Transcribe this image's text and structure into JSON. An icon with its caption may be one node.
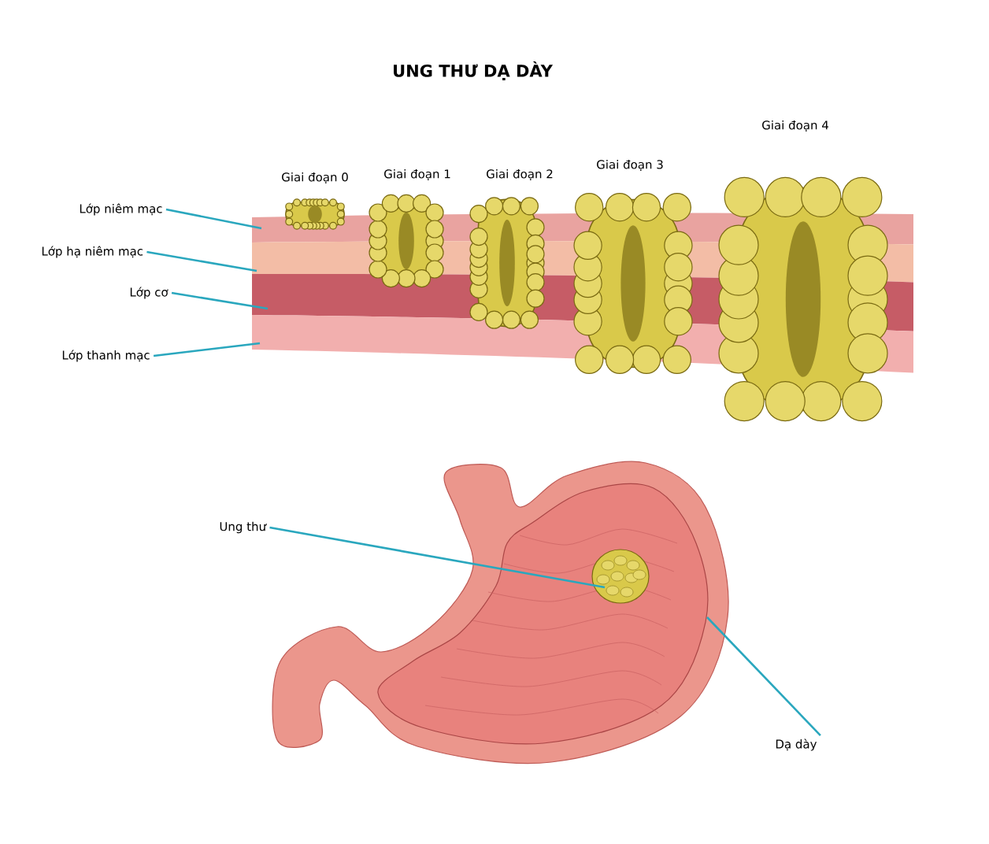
{
  "diagram": {
    "title": "UNG THƯ DẠ DÀY",
    "nodes": [
      {
        "text": [
          "Lớp niêm mạc"
        ]
      },
      {
        "text": [
          "Lớp hạ niêm mạc"
        ]
      },
      {
        "text": [
          "Lớp cơ"
        ]
      },
      {
        "text": [
          "Lớp thanh mạc"
        ]
      },
      {
        "text": [
          "Ung thư"
        ]
      },
      {
        "text": [
          "Dạ dày"
        ]
      },
      {
        "text": [],
        "shape": "bar"
      },
      {
        "text": [],
        "shape": "bar"
      },
      {
        "text": [],
        "shape": "bar"
      },
      {
        "text": [],
        "shape": "bar"
      },
      {
        "text": [],
        "shape": "picture"
      },
      {
        "text": [],
        "shape": "picture",
        "in": 10
      }
    ],
    "edges": [
      {
        "from": 0,
        "to": 6,
        "arrow": "none"
      },
      {
        "from": 1,
        "to": 7,
        "arrow": "none"
      },
      {
        "from": 2,
        "to": 8,
        "arrow": "none"
      },
      {
        "from": 3,
        "to": 9,
        "arrow": "none"
      },
      {
        "from": 4,
        "to": 11,
        "arrow": "none"
      },
      {
        "from": 5,
        "to": 10,
        "arrow": "none"
      }
    ],
    "labels": [
      "Giai đoạn 0",
      "Giai đoạn 1",
      "Giai đoạn 2",
      "Giai đoạn 3",
      "Giai đoạn 4"
    ]
  }
}
